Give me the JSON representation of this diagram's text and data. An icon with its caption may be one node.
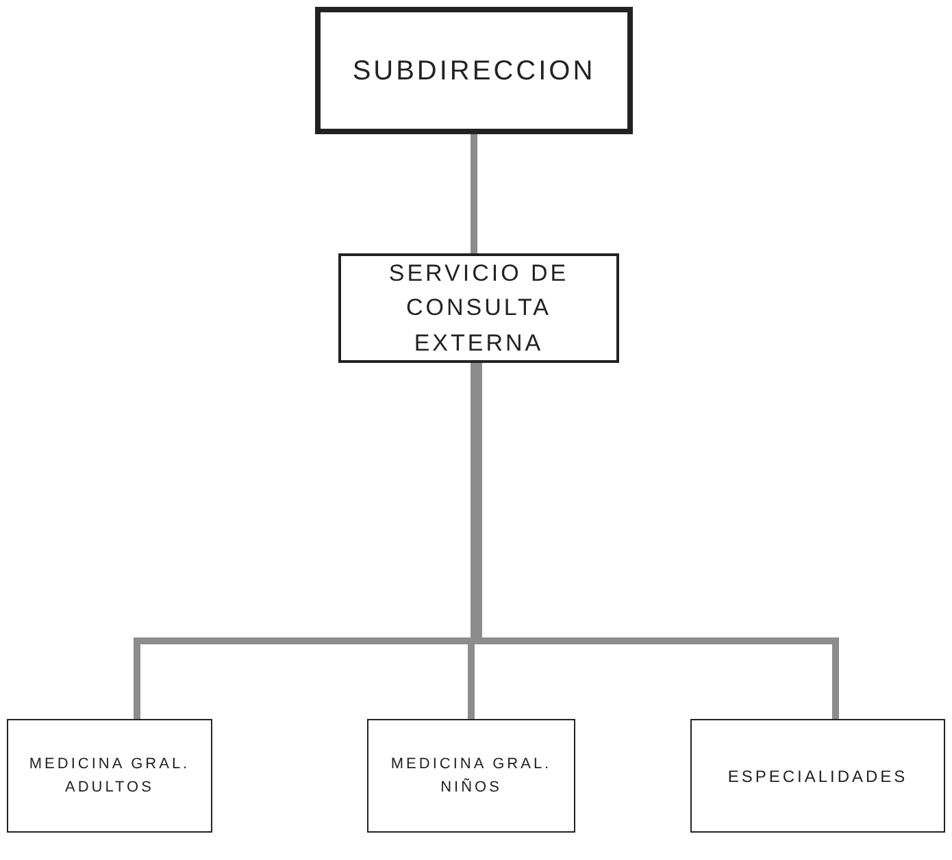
{
  "diagram": {
    "nodes": [
      {
        "text": [
          "SUBDIRECCION"
        ]
      },
      {
        "text": [
          "SERVICIO DE CONSULTA EXTERNA"
        ]
      },
      {
        "text": [
          "MEDICINA GRAL. ADULTOS"
        ]
      },
      {
        "text": [
          "MEDICINA GRAL. NIÑOS"
        ]
      },
      {
        "text": [
          "ESPECIALIDADES"
        ]
      }
    ],
    "edges": [
      {
        "from": 0,
        "to": 1,
        "arrow": "none"
      },
      {
        "from": 1,
        "to": 2,
        "arrow": "none"
      },
      {
        "from": 1,
        "to": 3,
        "arrow": "none"
      },
      {
        "from": 1,
        "to": 4,
        "arrow": "none"
      }
    ]
  }
}
